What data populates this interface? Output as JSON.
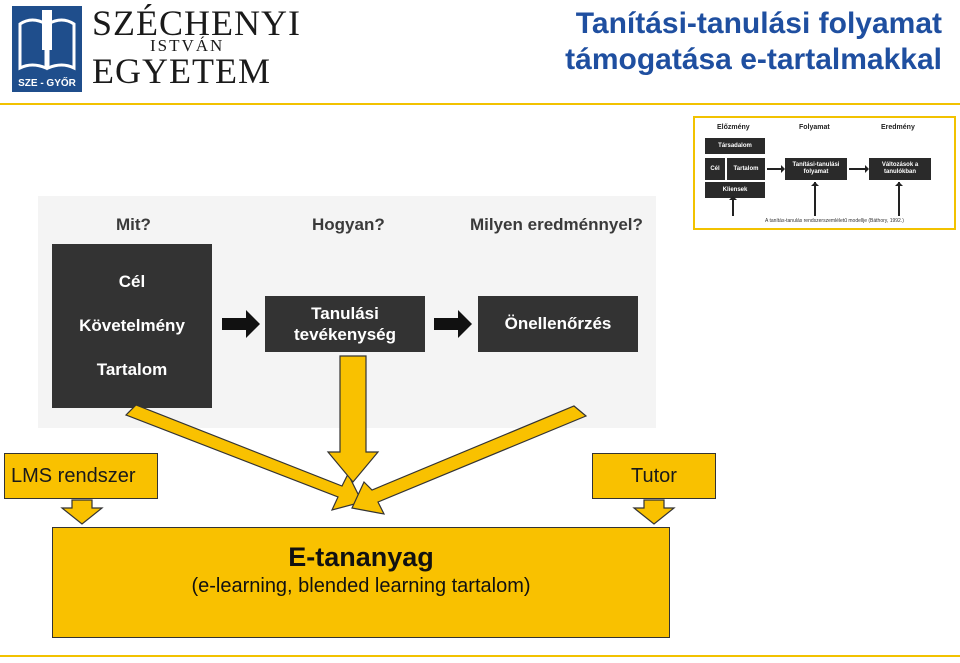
{
  "logo": {
    "caption": "SZE - GYŐR",
    "line1": "SZÉCHENYI",
    "line2": "ISTVÁN",
    "line3": "EGYETEM"
  },
  "title": {
    "line1": "Tanítási-tanulási folyamat",
    "line2": "támogatása e-tartalmakkal"
  },
  "inset": {
    "headers": [
      "Előzmény",
      "Folyamat",
      "Eredmény"
    ],
    "tarsadalom": "Társadalom",
    "cel": "Cél",
    "tartalom": "Tartalom",
    "kliensek": "Kliensek",
    "process": "Tanítási-tanulási folyamat",
    "result": "Változások a tanulókban",
    "caption": "A tanítás-tanulás rendszerszemléletű modellje (Báthory, 1992.)"
  },
  "diagram": {
    "questions": [
      "Mit?",
      "Hogyan?",
      "Milyen eredménnyel?"
    ],
    "box1": [
      "Cél",
      "Követelmény",
      "Tartalom"
    ],
    "box2": [
      "Tanulási",
      "tevékenység"
    ],
    "box3": "Önellenőrzés"
  },
  "labels": {
    "lms": "LMS rendszer",
    "tutor": "Tutor"
  },
  "main_box": {
    "title": "E-tananyag",
    "subtitle": "(e-learning, blended learning tartalom)"
  },
  "colors": {
    "title": "#1f4fa0",
    "accent": "#f9c100",
    "dark": "#333333"
  }
}
